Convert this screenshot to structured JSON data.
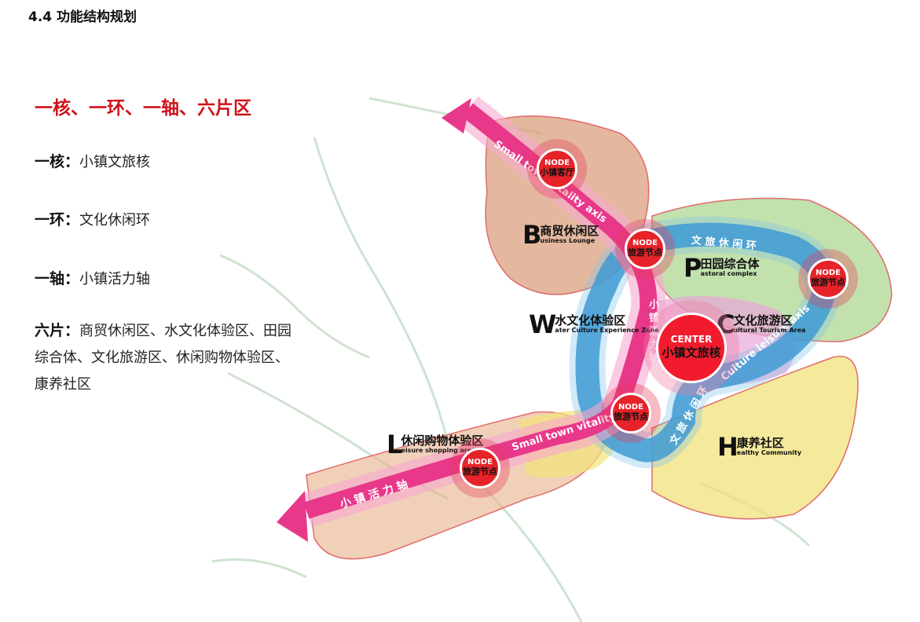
{
  "section_title": "4.4 功能结构规划",
  "slogan": "一核、一环、一轴、六片区",
  "items": [
    {
      "key": "一核：",
      "value": "小镇文旅核"
    },
    {
      "key": "一环：",
      "value": "文化休闲环"
    },
    {
      "key": "一轴：",
      "value": "小镇活力轴"
    },
    {
      "key": "六片：",
      "value": "商贸休闲区、水文化体验区、田园综合体、文化旅游区、休闲购物体验区、康养社区"
    }
  ],
  "zones": {
    "b": {
      "letter": "B",
      "cn": "商贸休闲区",
      "en": "usiness Lounge"
    },
    "p": {
      "letter": "P",
      "cn": "田园综合体",
      "en": "astoral complex"
    },
    "w": {
      "letter": "W",
      "cn": "水文化体验区",
      "en": "ater Culture Experience Zone"
    },
    "c": {
      "letter": "C",
      "cn": "文化旅游区",
      "en": "ultural Tourism Area"
    },
    "l": {
      "letter": "L",
      "cn": "休闲购物体验区",
      "en": "eisure shopping area"
    },
    "h": {
      "letter": "H",
      "cn": "康养社区",
      "en": "ealthy Community"
    }
  },
  "node_label": "NODE",
  "nodes": {
    "n1": "小镇客厅",
    "n2": "旅游节点",
    "n3": "旅游节点",
    "n4": "旅游节点",
    "n5": "旅游节点"
  },
  "center": {
    "en": "CENTER",
    "cn": "小镇文旅核"
  },
  "band_labels": {
    "axis_en_top": "Small town vitality axis",
    "axis_en_bottom": "Small town vitality",
    "axis_cn_bottom": "小 镇 活 力 轴",
    "axis_cn_vertical": "小镇活力轴",
    "ring_cn_top": "文 旅 休 闲 环",
    "ring_en": "Culture  leisure axis",
    "ring_cn_bottom": "文 旅 休 闲 环"
  },
  "colors": {
    "accent_red": "#d0121b",
    "axis_pink": "#e8388a",
    "ring_blue": "#1f86c8",
    "node_red": "#e52329",
    "zone_b": "#d9a07e",
    "zone_p": "#a8d48a",
    "zone_c": "#e8a6d8",
    "zone_h": "#f2e27a",
    "zone_l": "#e8b08a"
  }
}
